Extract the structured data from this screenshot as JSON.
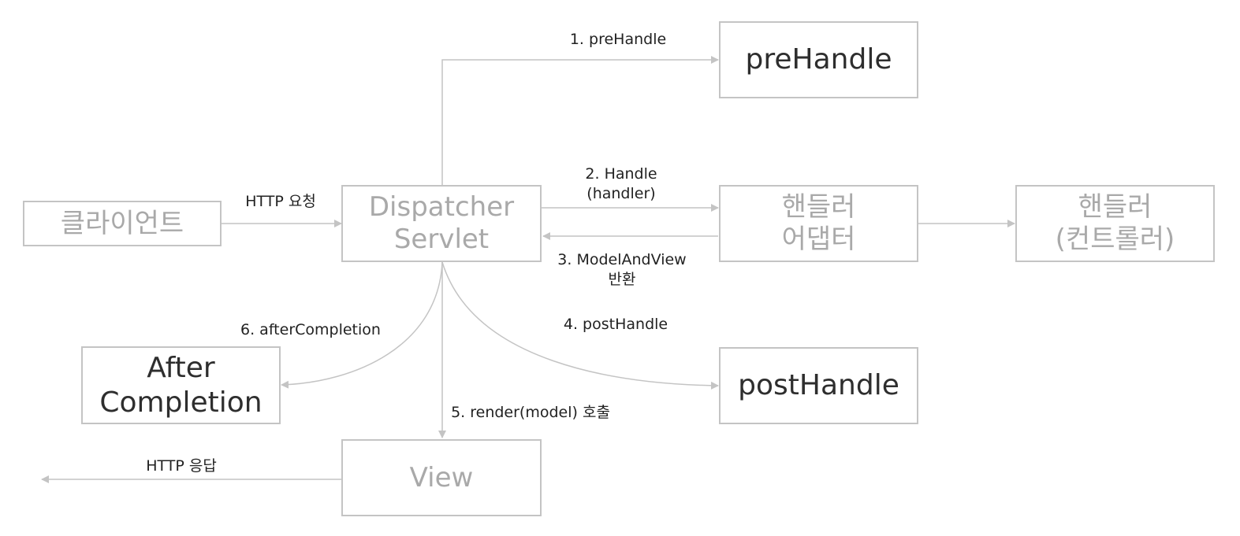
{
  "nodes": {
    "client": {
      "lines": [
        "클라이언트"
      ]
    },
    "dispatcher": {
      "lines": [
        "Dispatcher",
        "Servlet"
      ]
    },
    "prehandle": {
      "lines": [
        "preHandle"
      ]
    },
    "adapter": {
      "lines": [
        "핸들러",
        "어댑터"
      ]
    },
    "controller": {
      "lines": [
        "핸들러",
        "(컨트롤러)"
      ]
    },
    "posthandle": {
      "lines": [
        "postHandle"
      ]
    },
    "after": {
      "lines": [
        "After",
        "Completion"
      ]
    },
    "view": {
      "lines": [
        "View"
      ]
    }
  },
  "edges": {
    "http_request": {
      "lines": [
        "HTTP 요청"
      ]
    },
    "pre": {
      "lines": [
        "1. preHandle"
      ]
    },
    "handle": {
      "lines": [
        "2. Handle",
        "(handler)"
      ]
    },
    "mav": {
      "lines": [
        "3. ModelAndView",
        "반환"
      ]
    },
    "post": {
      "lines": [
        "4. postHandle"
      ]
    },
    "render": {
      "lines": [
        "5. render(model) 호출"
      ]
    },
    "after": {
      "lines": [
        "6. afterCompletion"
      ]
    },
    "http_response": {
      "lines": [
        "HTTP 응답"
      ]
    }
  },
  "colors": {
    "box_border": "#c4c4c4",
    "arrow": "#c4c4c4",
    "gray_text": "#a9a9a9",
    "dark_text": "#2e2e2e"
  }
}
